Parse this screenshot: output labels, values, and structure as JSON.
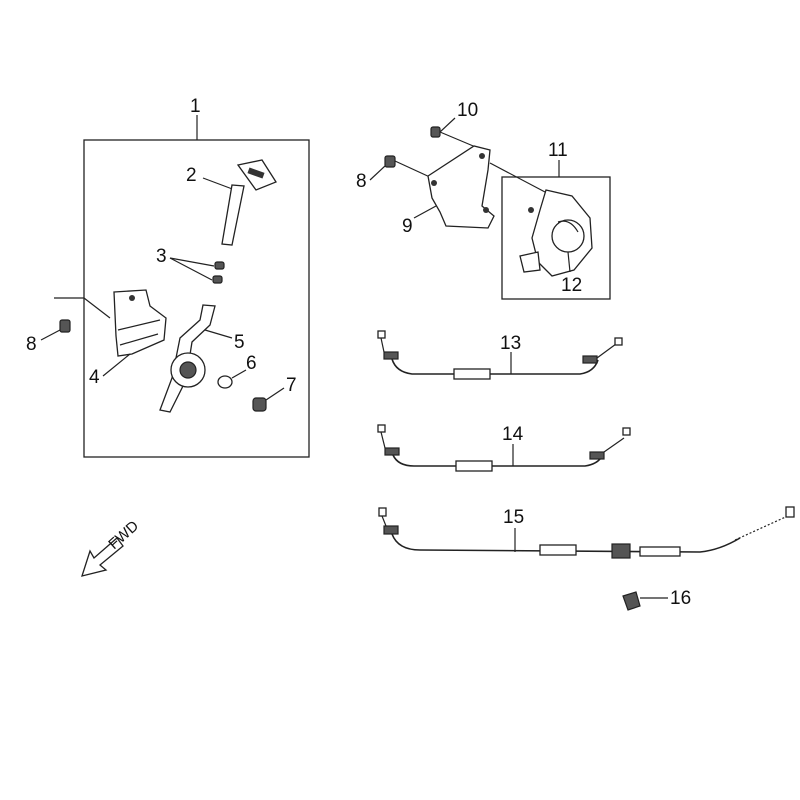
{
  "diagram": {
    "fwd_label": "FWD",
    "callouts": {
      "c1": "1",
      "c2": "2",
      "c3": "3",
      "c4": "4",
      "c5": "5",
      "c6": "6",
      "c7": "7",
      "c8a": "8",
      "c8b": "8",
      "c9": "9",
      "c10": "10",
      "c11": "11",
      "c12": "12",
      "c13": "13",
      "c14": "14",
      "c15": "15",
      "c16": "16"
    }
  }
}
